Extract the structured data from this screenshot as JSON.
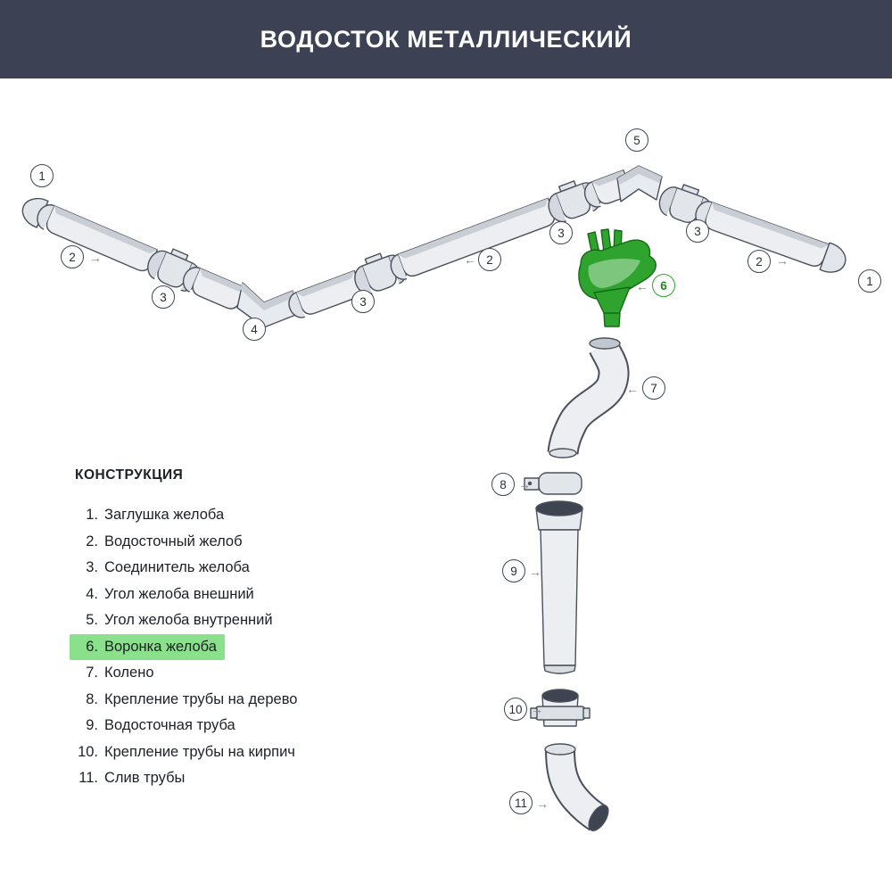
{
  "header": {
    "title": "ВОДОСТОК МЕТАЛЛИЧЕСКИЙ"
  },
  "legend": {
    "title": "КОНСТРУКЦИЯ",
    "items": [
      {
        "num": "1.",
        "label": "Заглушка желоба",
        "highlight": false
      },
      {
        "num": "2.",
        "label": "Водосточный желоб",
        "highlight": false
      },
      {
        "num": "3.",
        "label": "Соединитель желоба",
        "highlight": false
      },
      {
        "num": "4.",
        "label": "Угол желоба внешний",
        "highlight": false
      },
      {
        "num": "5.",
        "label": "Угол желоба внутренний",
        "highlight": false
      },
      {
        "num": "6.",
        "label": "Воронка желоба",
        "highlight": true
      },
      {
        "num": "7.",
        "label": "Колено",
        "highlight": false
      },
      {
        "num": "8.",
        "label": "Крепление трубы на дерево",
        "highlight": false
      },
      {
        "num": "9.",
        "label": "Водосточная труба",
        "highlight": false
      },
      {
        "num": "10.",
        "label": "Крепление трубы на кирпич",
        "highlight": false
      },
      {
        "num": "11.",
        "label": "Слив трубы",
        "highlight": false
      }
    ]
  },
  "callouts": [
    {
      "num": "1"
    },
    {
      "num": "2"
    },
    {
      "num": "3"
    },
    {
      "num": "4"
    },
    {
      "num": "3"
    },
    {
      "num": "2"
    },
    {
      "num": "3"
    },
    {
      "num": "5"
    },
    {
      "num": "3"
    },
    {
      "num": "2"
    },
    {
      "num": "1"
    },
    {
      "num": "6"
    },
    {
      "num": "7"
    },
    {
      "num": "8"
    },
    {
      "num": "9"
    },
    {
      "num": "10"
    },
    {
      "num": "11"
    }
  ],
  "icons": {
    "arrow_right": "→",
    "arrow_left": "←"
  },
  "colors": {
    "header_bg": "#3C4154",
    "highlight": "#8BE08B",
    "accent_green": "#2EA42E"
  }
}
